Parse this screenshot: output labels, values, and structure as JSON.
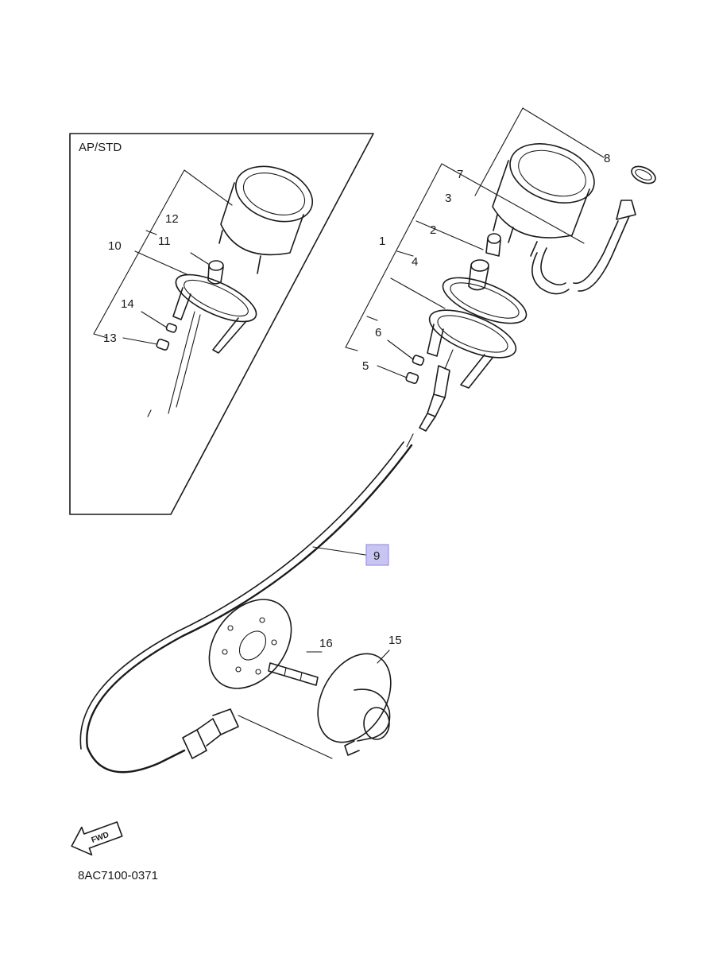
{
  "inset_label": "AP/STD",
  "fwd_label": "FWD",
  "diagram_code": "8AC7100-0371",
  "highlight_color": "#c9c5f2",
  "callouts": {
    "c1": "1",
    "c2": "2",
    "c3": "3",
    "c4": "4",
    "c5": "5",
    "c6": "6",
    "c7": "7",
    "c8": "8",
    "c9": "9",
    "c10": "10",
    "c11": "11",
    "c12": "12",
    "c13": "13",
    "c14": "14",
    "c15": "15",
    "c16": "16"
  },
  "highlighted_callout": "9"
}
